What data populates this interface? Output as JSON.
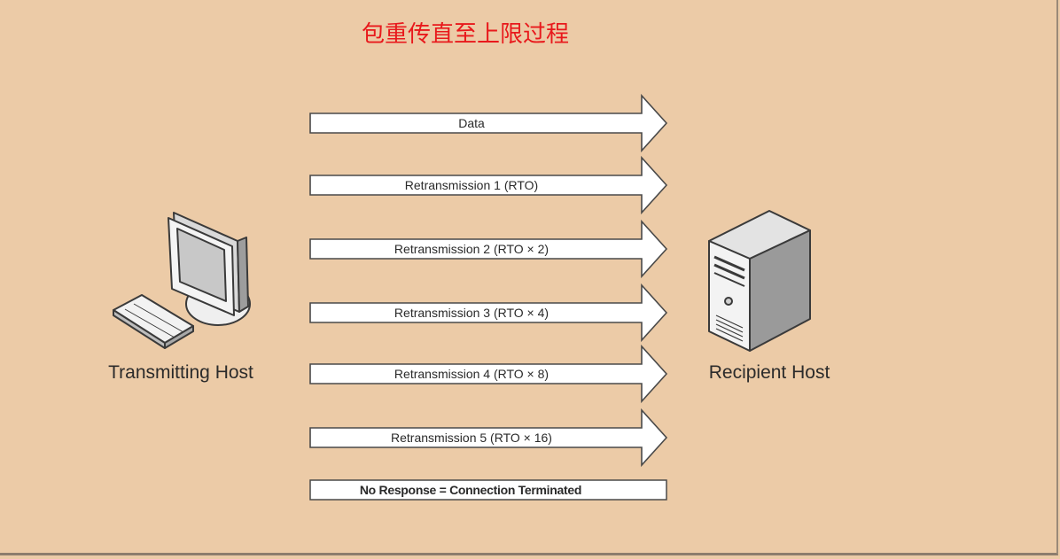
{
  "title": "包重传直至上限过程",
  "hosts": {
    "transmitting": "Transmitting Host",
    "recipient": "Recipient Host"
  },
  "arrows": [
    {
      "label": "Data"
    },
    {
      "label": "Retransmission 1 (RTO)"
    },
    {
      "label": "Retransmission 2 (RTO × 2)"
    },
    {
      "label": "Retransmission 3 (RTO × 4)"
    },
    {
      "label": "Retransmission 4 (RTO × 8)"
    },
    {
      "label": "Retransmission 5 (RTO × 16)"
    }
  ],
  "termination": "No Response = Connection Terminated",
  "colors": {
    "background": "#eccba7",
    "title": "#e8191c",
    "stroke": "#4a4a4a"
  },
  "icons": {
    "transmitting": "desktop-computer-icon",
    "recipient": "server-tower-icon"
  }
}
